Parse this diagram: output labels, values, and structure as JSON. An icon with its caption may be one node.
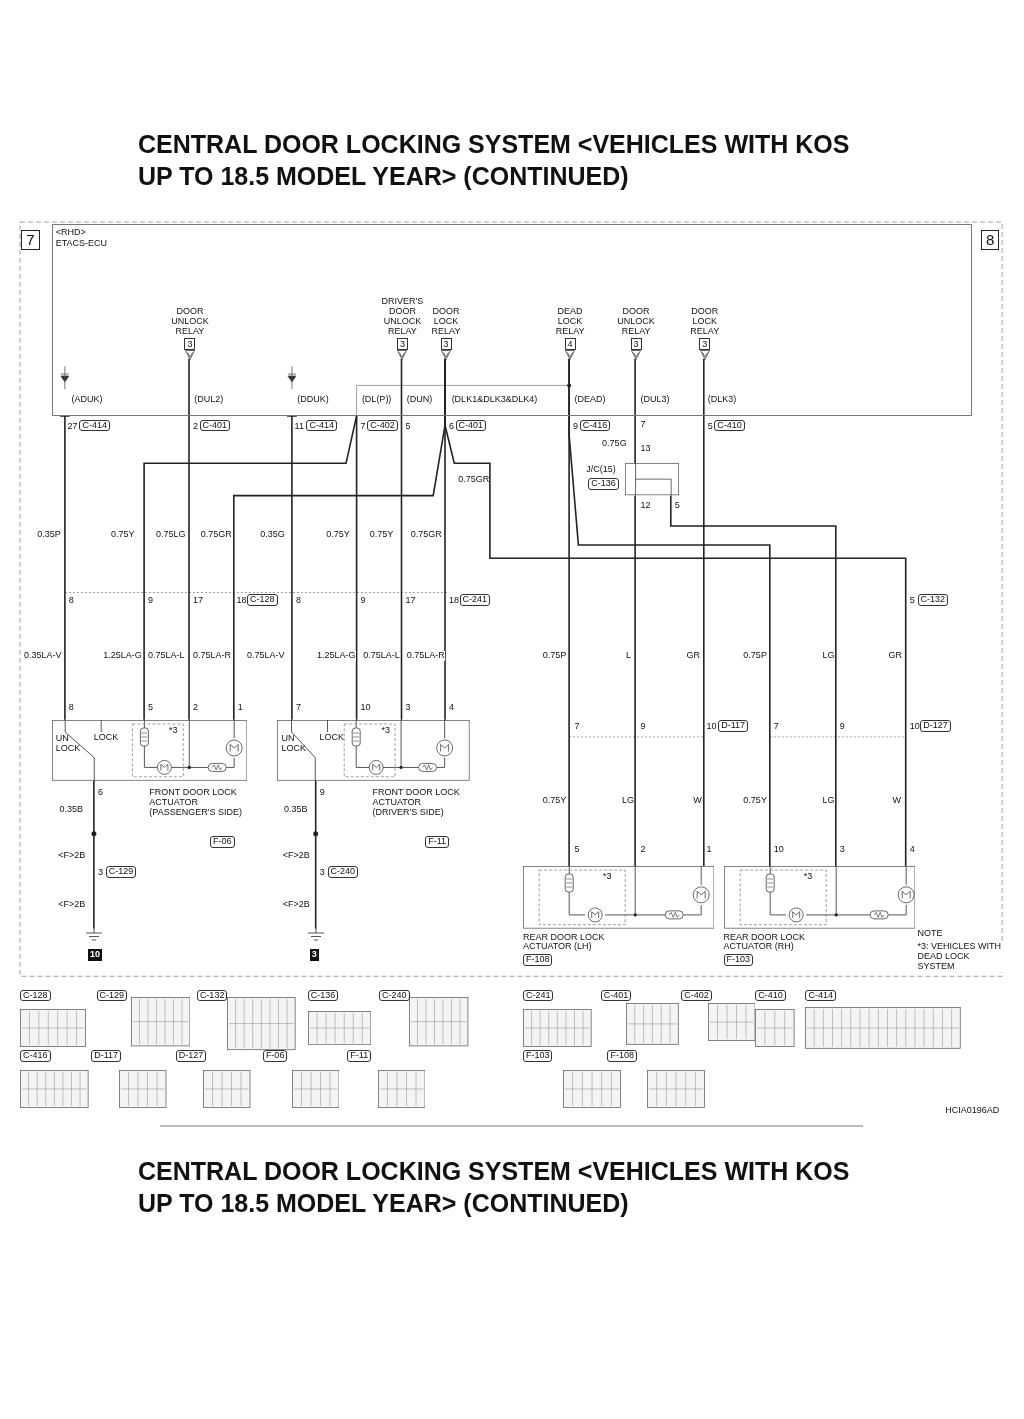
{
  "diagram": {
    "title": "CENTRAL DOOR LOCKING SYSTEM <VEHICLES WITH KOS UP TO 18.5 MODEL YEAR> (CONTINUED)",
    "nodes": [
      {
        "text": [
          "<RHD>",
          "ETACS-ECU"
        ]
      },
      {
        "text": [
          "DOOR UNLOCK RELAY",
          "3"
        ],
        "in": 0
      },
      {
        "text": [
          "DRIVER'S DOOR UNLOCK RELAY",
          "3"
        ],
        "in": 0
      },
      {
        "text": [
          "DOOR LOCK RELAY",
          "3"
        ],
        "in": 0
      },
      {
        "text": [
          "DEAD LOCK RELAY",
          "4"
        ],
        "in": 0
      },
      {
        "text": [
          "DOOR UNLOCK RELAY",
          "3"
        ],
        "in": 0
      },
      {
        "text": [
          "DOOR LOCK RELAY",
          "3"
        ],
        "in": 0
      },
      {
        "text": [
          "J/C(15)",
          "C-136"
        ]
      },
      {
        "text": [
          "UN LOCK",
          "LOCK",
          "*3",
          "FRONT DOOR LOCK ACTUATOR (PASSENGER'S SIDE)",
          "F-06"
        ]
      },
      {
        "text": [
          "UN LOCK",
          "LOCK",
          "*3",
          "FRONT DOOR LOCK ACTUATOR (DRIVER'S SIDE)",
          "F-11"
        ]
      },
      {
        "text": [
          "*3",
          "REAR DOOR LOCK ACTUATOR (LH)",
          "F-108"
        ]
      },
      {
        "text": [
          "*3",
          "REAR DOOR LOCK ACTUATOR (RH)",
          "F-103"
        ]
      },
      {
        "text": [
          "10"
        ]
      },
      {
        "text": [
          "3"
        ]
      }
    ],
    "edges": [
      {
        "from": 0,
        "to": 8,
        "arrow": "other"
      },
      {
        "from": 1,
        "to": 8,
        "arrow": "none"
      },
      {
        "from": 0,
        "to": 9,
        "arrow": "other"
      },
      {
        "from": 0,
        "to": 8,
        "arrow": "none"
      },
      {
        "from": 0,
        "to": 9,
        "arrow": "none"
      },
      {
        "from": 2,
        "to": 9,
        "arrow": "none"
      },
      {
        "from": 3,
        "to": 8,
        "arrow": "none"
      },
      {
        "from": 3,
        "to": 9,
        "arrow": "none"
      },
      {
        "from": 3,
        "to": 11,
        "arrow": "none"
      },
      {
        "from": 4,
        "to": 10,
        "arrow": "none"
      },
      {
        "from": 4,
        "to": 11,
        "arrow": "none"
      },
      {
        "from": 5,
        "to": 7,
        "arrow": "none"
      },
      {
        "from": 7,
        "to": 10,
        "arrow": "none"
      },
      {
        "from": 7,
        "to": 11,
        "arrow": "none"
      },
      {
        "from": 6,
        "to": 10,
        "arrow": "none"
      },
      {
        "from": 8,
        "to": 12,
        "arrow": "none"
      },
      {
        "from": 9,
        "to": 13,
        "arrow": "none"
      }
    ],
    "labels": [
      "7",
      "8",
      "(ADUK)",
      "(DUL2)",
      "(DDUK)",
      "(DL(P))",
      "(DUN)",
      "(DLK1&DLK3&DLK4)",
      "(DEAD)",
      "(DUL3)",
      "(DLK3)",
      "27",
      "C-414",
      "2",
      "C-401",
      "11",
      "C-414",
      "7",
      "C-402",
      "5",
      "6",
      "C-401",
      "9",
      "C-416",
      "0.75G",
      "7",
      "5",
      "C-410",
      "13",
      "0.75GR",
      "12",
      "5",
      "0.35P",
      "0.75Y",
      "0.75LG",
      "0.75GR",
      "0.35G",
      "0.75Y",
      "0.75Y",
      "0.75GR",
      "8",
      "9",
      "17",
      "18",
      "C-128",
      "8",
      "9",
      "17",
      "18",
      "C-241",
      "5",
      "C-132",
      "0.35LA-V",
      "1.25LA-G",
      "0.75LA-L",
      "0.75LA-R",
      "0.75LA-V",
      "1.25LA-G",
      "0.75LA-L",
      "0.75LA-R",
      "0.75P",
      "L",
      "GR",
      "0.75P",
      "LG",
      "GR",
      "8",
      "5",
      "2",
      "1",
      "7",
      "10",
      "3",
      "4",
      "7",
      "9",
      "10",
      "D-117",
      "7",
      "9",
      "10",
      "D-127",
      "6",
      "9",
      "0.75Y",
      "LG",
      "W",
      "0.75Y",
      "LG",
      "W",
      "0.35B",
      "0.35B",
      "5",
      "2",
      "1",
      "10",
      "3",
      "4",
      "<F>2B",
      "<F>2B",
      "3",
      "C-129",
      "3",
      "C-240",
      "<F>2B",
      "<F>2B",
      "NOTE",
      "*3: VEHICLES WITH DEAD LOCK SYSTEM",
      "C-128",
      "C-129",
      "C-132",
      "C-136",
      "C-240",
      "C-241",
      "C-401",
      "C-402",
      "C-410",
      "C-414",
      "C-416",
      "D-117",
      "D-127",
      "F-06",
      "F-11",
      "F-103",
      "F-108",
      "HCIA0196AD",
      "CENTRAL DOOR LOCKING SYSTEM <VEHICLES WITH KOS UP TO 18.5 MODEL YEAR> (CONTINUED)"
    ]
  }
}
